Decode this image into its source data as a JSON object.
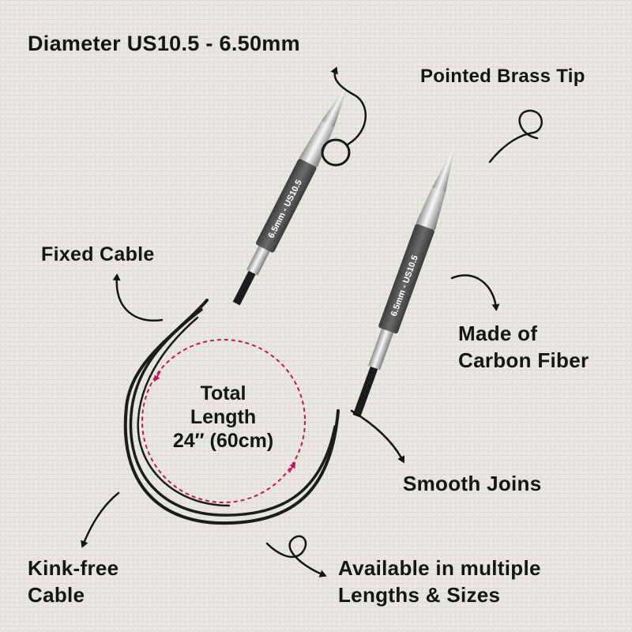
{
  "labels": {
    "diameter": "Diameter US10.5 - 6.50mm",
    "brass_tip": "Pointed Brass Tip",
    "fixed_cable": "Fixed Cable",
    "carbon_fiber_line1": "Made of",
    "carbon_fiber_line2": "Carbon Fiber",
    "total_length_line1": "Total",
    "total_length_line2": "Length",
    "total_length_line3": "24″ (60cm)",
    "smooth_joins": "Smooth Joins",
    "kink_free_line1": "Kink-free",
    "kink_free_line2": "Cable",
    "available_line1": "Available in multiple",
    "available_line2": "Lengths & Sizes"
  },
  "needle_imprint": "6.5mm - US10.5",
  "colors": {
    "background": "#eae8e3",
    "needle_shaft": "#5a5a5a",
    "cable": "#1c1c1c",
    "chrome": "#c9c9c9",
    "dashed_circle": "#c2185b",
    "text": "#151515"
  }
}
